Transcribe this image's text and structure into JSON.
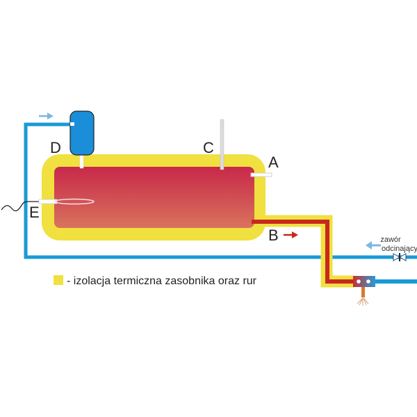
{
  "diagram": {
    "labels": {
      "A": "A",
      "B": "B",
      "C": "C",
      "D": "D",
      "E": "E"
    },
    "valve_label_line1": "zawór",
    "valve_label_line2": "odcinający",
    "legend_text": "- izolacja termiczna zasobnika oraz rur",
    "colors": {
      "cold_pipe": "#1a9ad6",
      "hot_pipe": "#c8281e",
      "insulation": "#f0e040",
      "tank_top": "#c8284a",
      "tank_bottom": "#d9705a",
      "expansion_vessel": "#1a8ed8",
      "arrow_cold": "#7ab8de",
      "arrow_hot": "#c8281e"
    }
  }
}
